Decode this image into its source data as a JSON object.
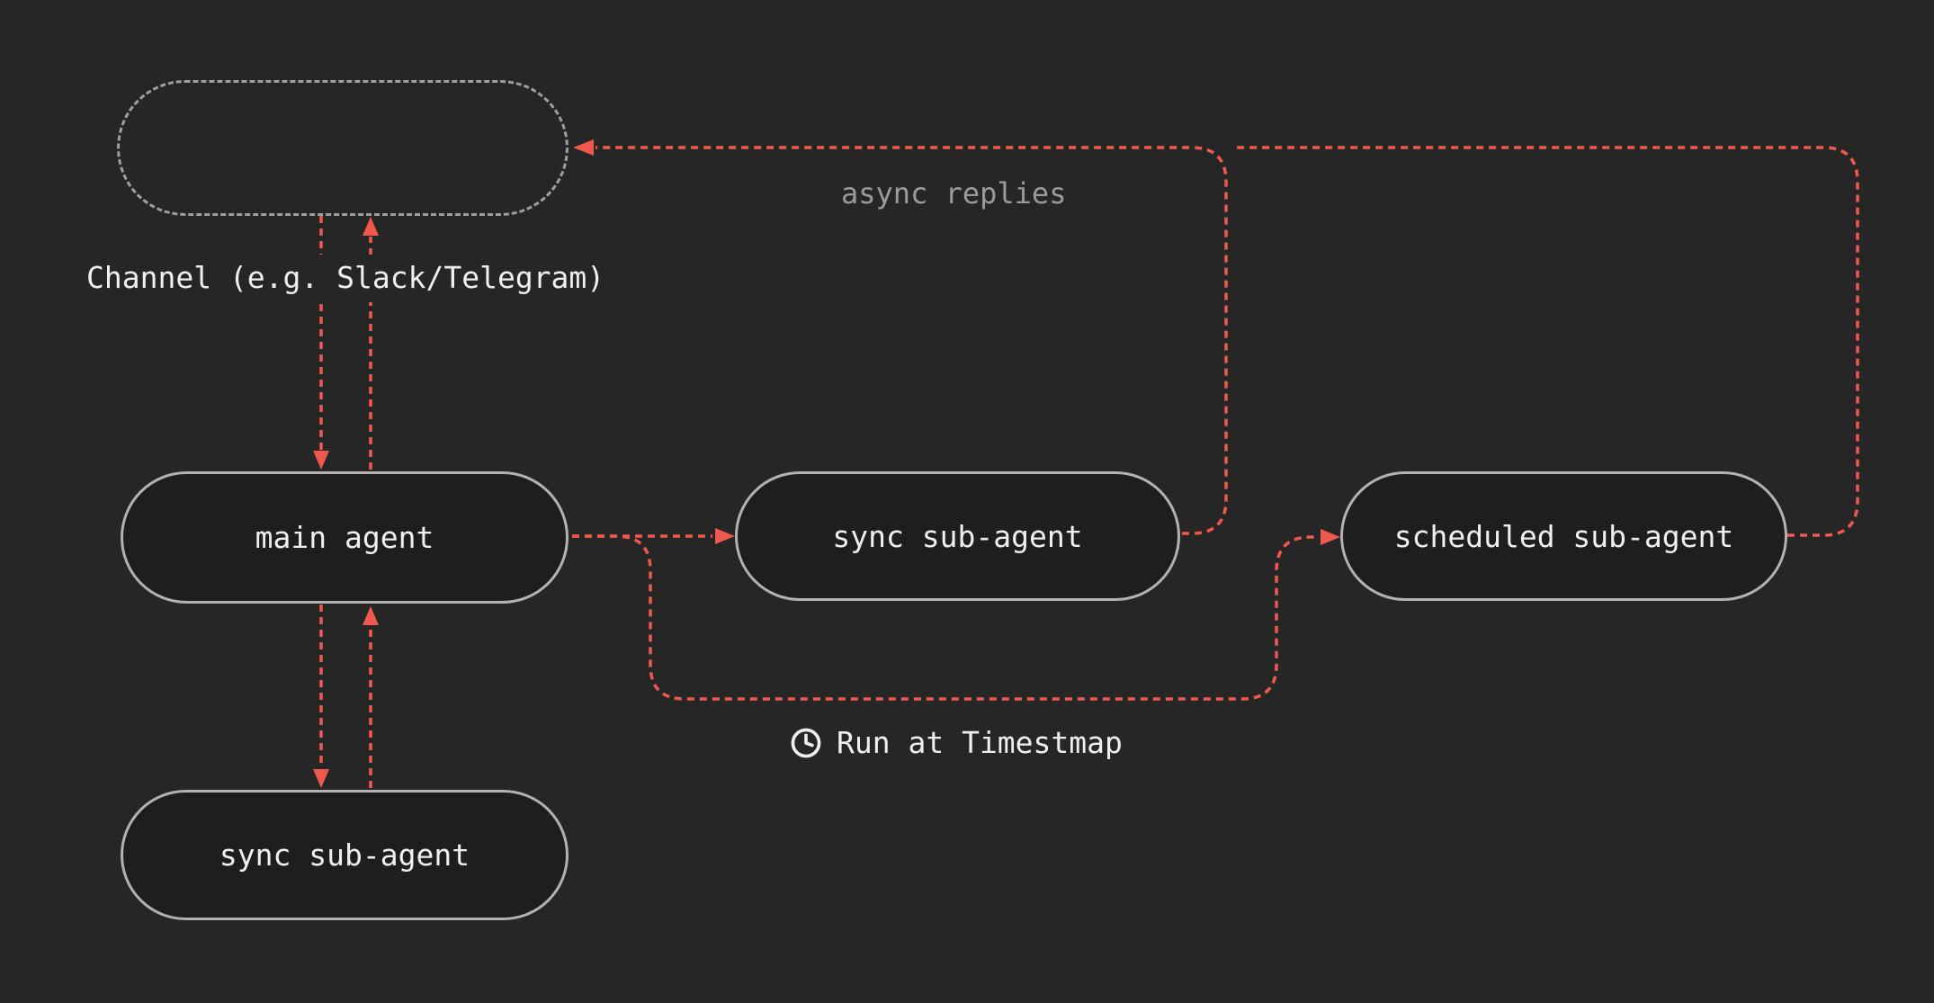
{
  "diagram": {
    "title": "agent channel routing diagram",
    "nodes": {
      "channel": {
        "label": ""
      },
      "main_agent": {
        "label": "main agent"
      },
      "sync_sub_agent": {
        "label": "sync sub-agent"
      },
      "scheduled_sub_agent": {
        "label": "scheduled sub-agent"
      },
      "sync_sub_agent_bottom": {
        "label": "sync sub-agent"
      }
    },
    "labels": {
      "channel_caption": "Channel (e.g. Slack/Telegram)",
      "async_replies": "async replies",
      "run_at_timestamp": "Run at Timestmap"
    },
    "edges": [
      {
        "from": "channel",
        "to": "main_agent",
        "style": "dashed-arrow"
      },
      {
        "from": "main_agent",
        "to": "channel",
        "style": "dashed-arrow"
      },
      {
        "from": "main_agent",
        "to": "sync_sub_agent",
        "style": "dashed-arrow"
      },
      {
        "from": "main_agent",
        "to": "scheduled_sub_agent",
        "style": "dashed-arrow",
        "label": "Run at Timestmap"
      },
      {
        "from": "main_agent",
        "to": "sync_sub_agent_bottom",
        "style": "dashed-arrow"
      },
      {
        "from": "sync_sub_agent_bottom",
        "to": "main_agent",
        "style": "dashed-arrow"
      },
      {
        "from": "sync_sub_agent",
        "to": "channel",
        "style": "dashed-arrow",
        "label": "async replies"
      },
      {
        "from": "scheduled_sub_agent",
        "to": "channel",
        "style": "dashed-arrow",
        "label": "async replies"
      }
    ],
    "icons": {
      "clock": "clock-icon"
    }
  },
  "colors": {
    "background": "#262626",
    "node_fill": "#1e1e1e",
    "node_border": "#b5b1b1",
    "channel_border": "#9f9f9f",
    "arrow": "#ef584c",
    "text_primary": "#f1efef",
    "text_muted": "#9b9b9b"
  }
}
